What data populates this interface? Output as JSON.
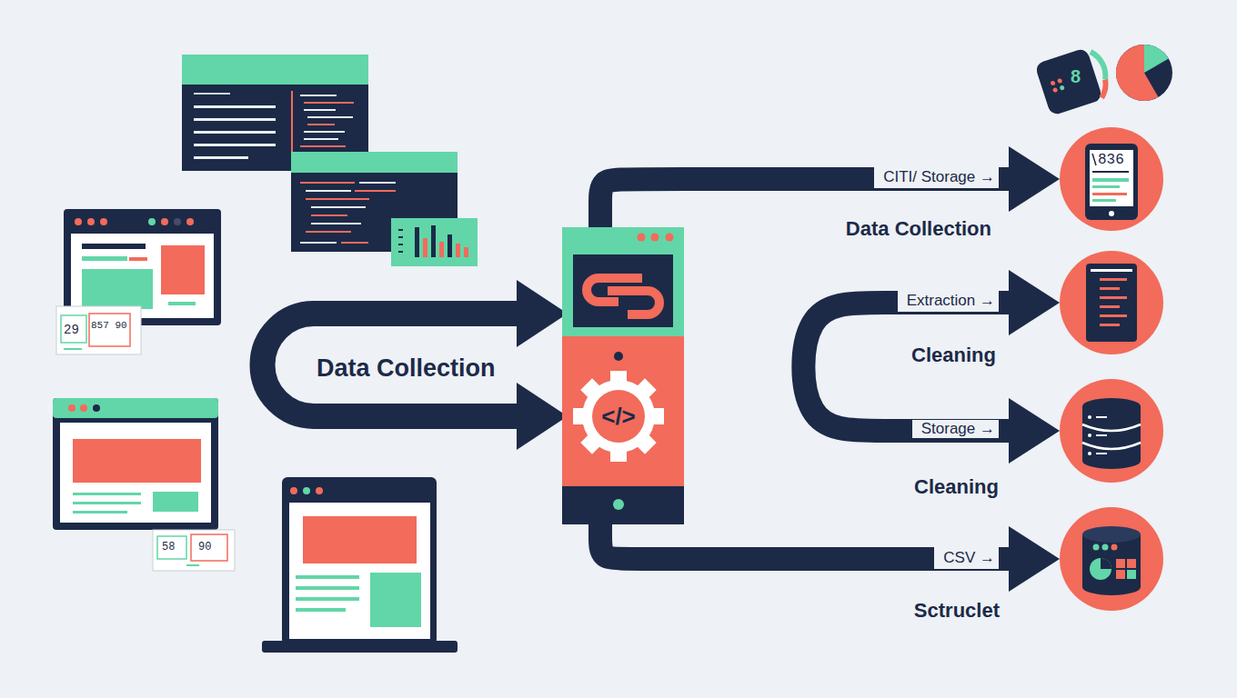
{
  "diagram": {
    "nodes": [
      {
        "text": [
          "</>"
        ]
      },
      {
        "text": [
          "Data Collection"
        ]
      },
      {
        "text": [
          "Cleaning"
        ]
      },
      {
        "text": [
          "Cleaning"
        ]
      },
      {
        "text": [
          "Sctruclet"
        ]
      }
    ],
    "edges": [
      {
        "from": 0,
        "to": 1,
        "arrow": "to",
        "label": "CITI/ Storage →"
      },
      {
        "from": 2,
        "to": 3,
        "arrow": "both",
        "label": "Extraction →"
      },
      {
        "from": 0,
        "to": 4,
        "arrow": "to",
        "label": "CSV →"
      }
    ],
    "labels": [
      "8",
      "836",
      "29",
      "857 90",
      "Data Collection",
      "Storage →",
      "58",
      "90"
    ]
  }
}
